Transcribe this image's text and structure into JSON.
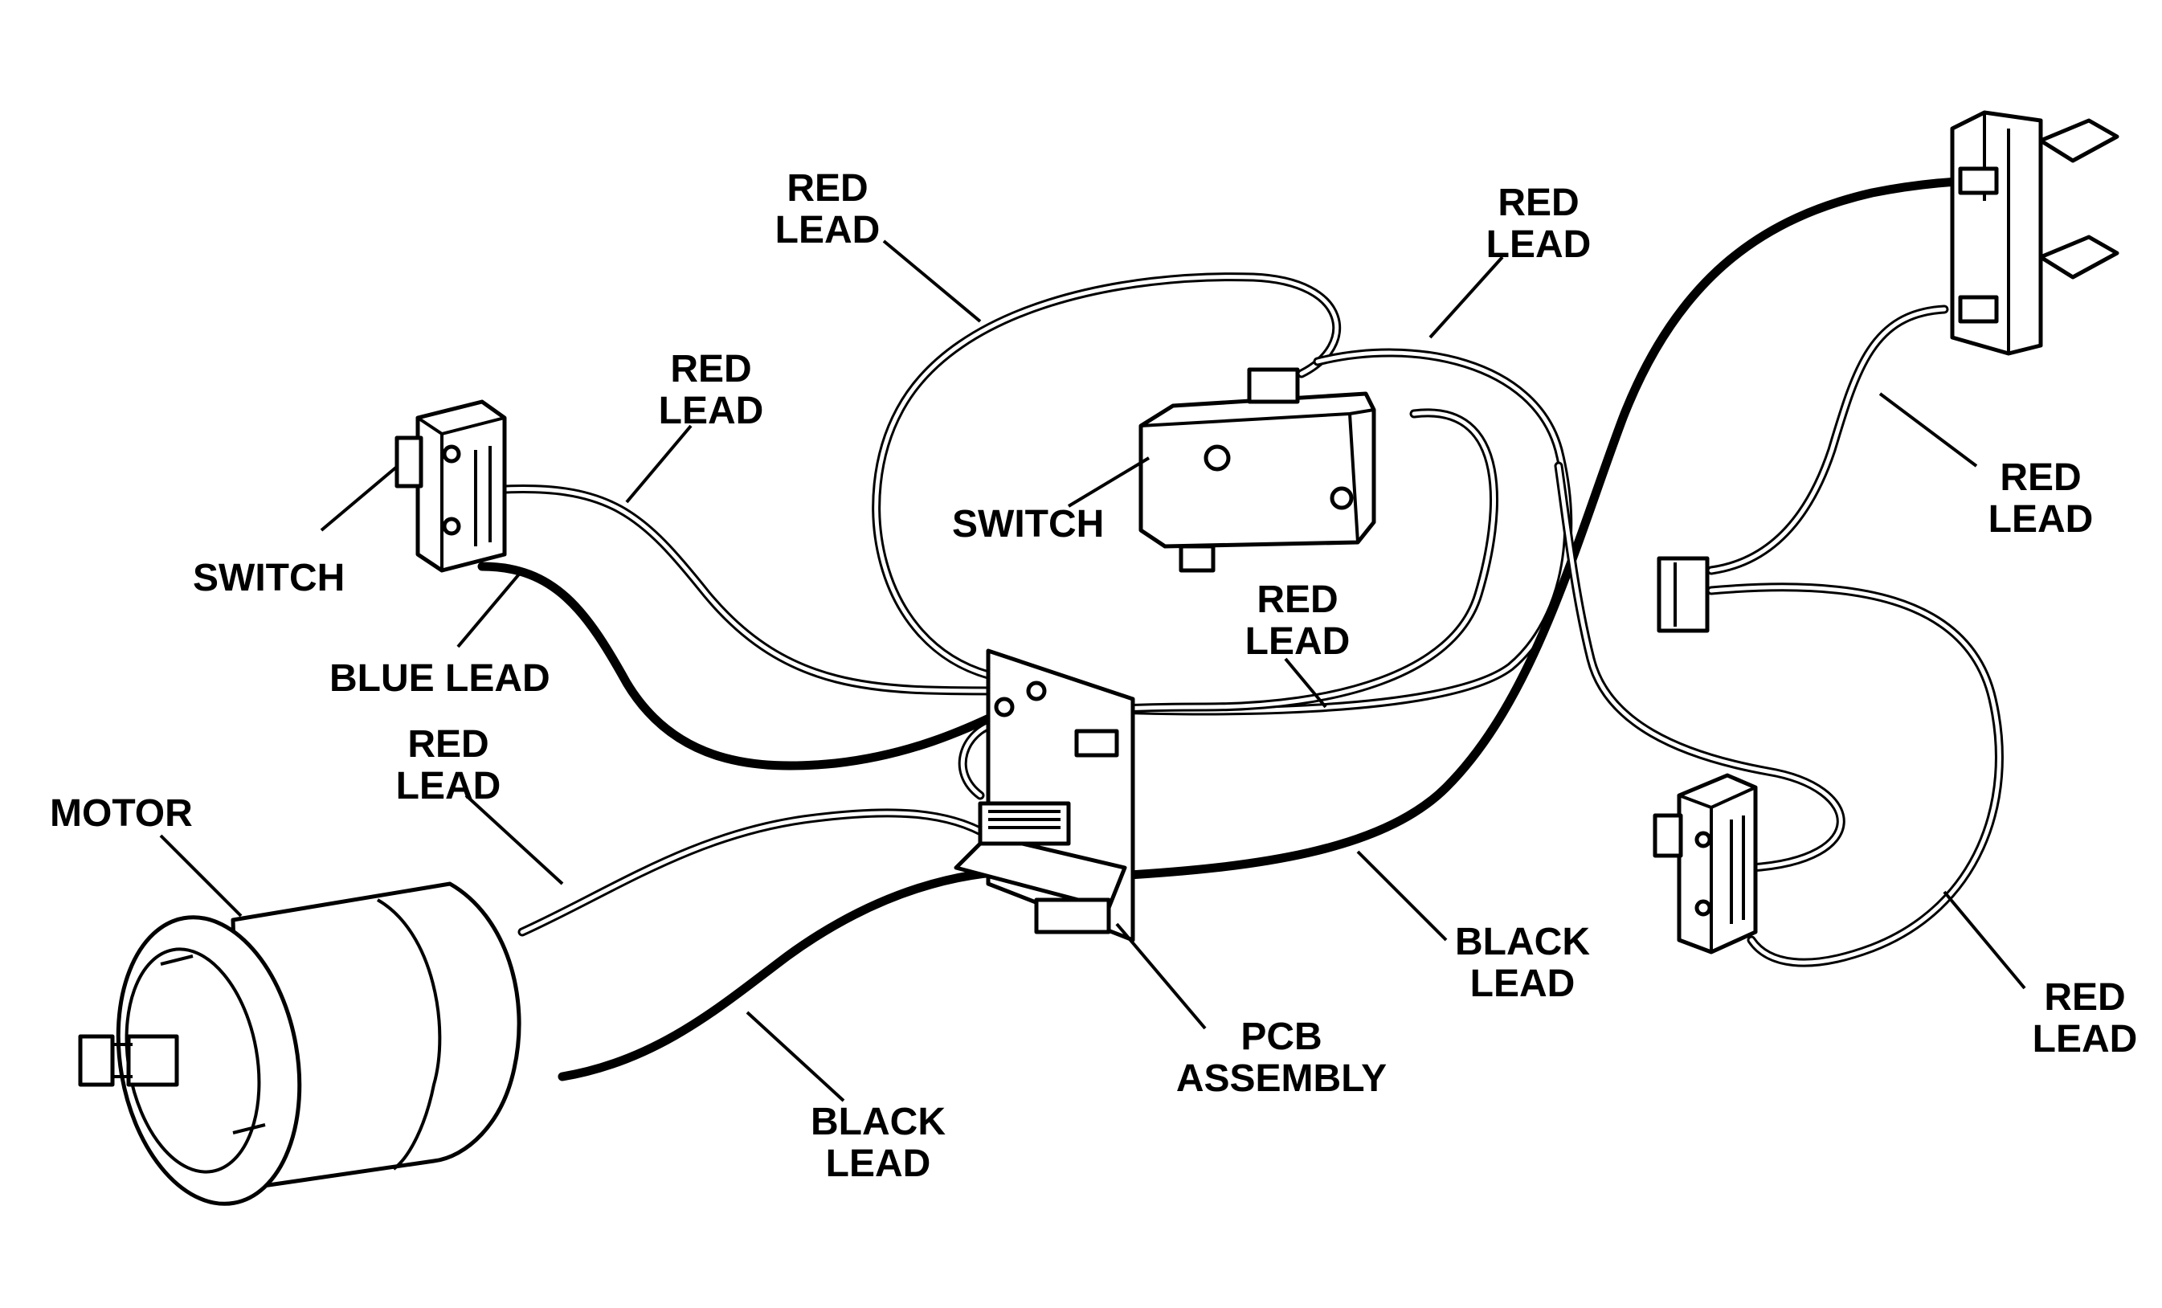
{
  "labels": {
    "switch_left": "SWITCH",
    "red_lead_left_1": "RED",
    "red_lead_left_2": "LEAD",
    "blue_lead": "BLUE LEAD",
    "red_lead_top_1": "RED",
    "red_lead_top_2": "LEAD",
    "red_lead_topright_1": "RED",
    "red_lead_topright_2": "LEAD",
    "switch_center": "SWITCH",
    "red_lead_mid_1": "RED",
    "red_lead_mid_2": "LEAD",
    "motor": "MOTOR",
    "red_lead_motor_1": "RED",
    "red_lead_motor_2": "LEAD",
    "black_lead_bottom_1": "BLACK",
    "black_lead_bottom_2": "LEAD",
    "pcb_1": "PCB",
    "pcb_2": "ASSEMBLY",
    "black_lead_right_1": "BLACK",
    "black_lead_right_2": "LEAD",
    "red_lead_right_upper_1": "RED",
    "red_lead_right_upper_2": "LEAD",
    "red_lead_right_lower_1": "RED",
    "red_lead_right_lower_2": "LEAD"
  },
  "colors": {
    "line": "#000000",
    "background": "#ffffff"
  }
}
